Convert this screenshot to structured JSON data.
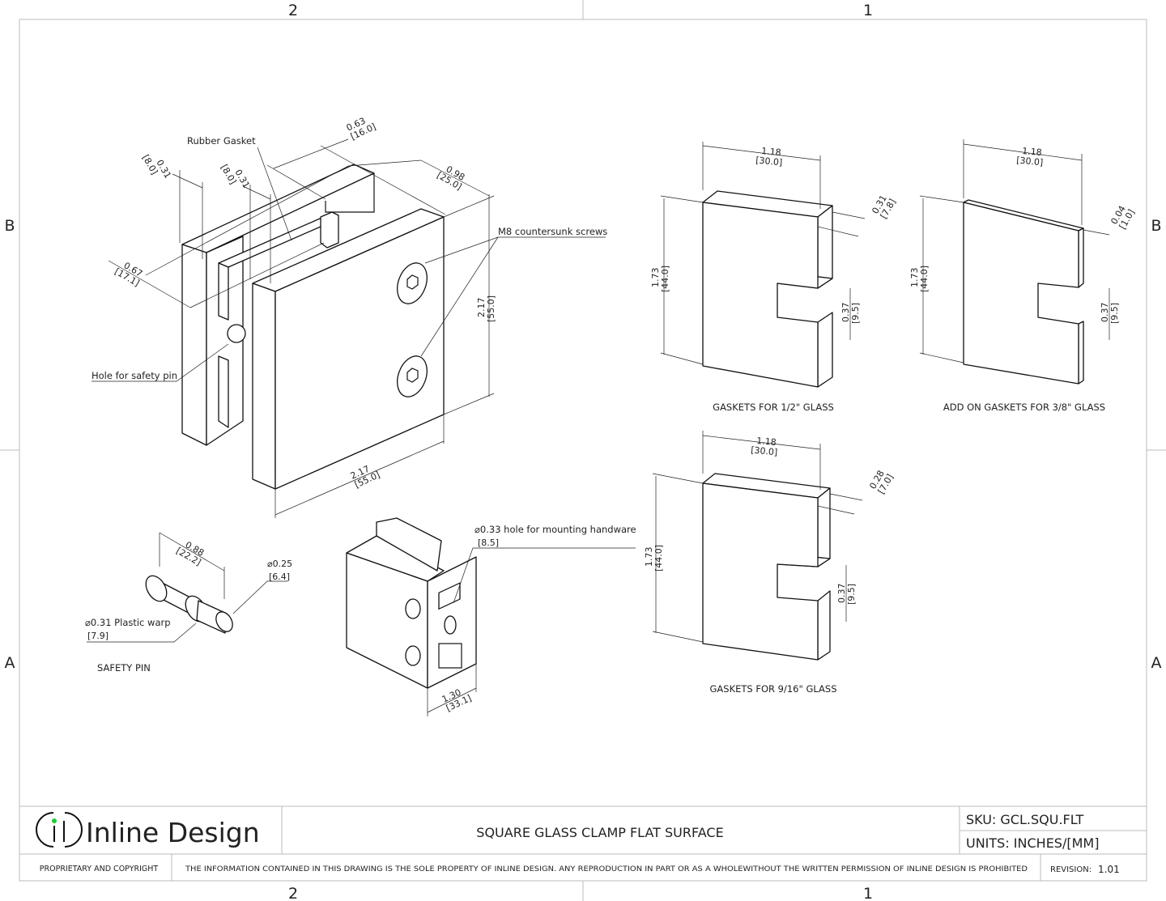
{
  "border": {
    "columns": [
      "2",
      "1"
    ],
    "rows": [
      "B",
      "A"
    ]
  },
  "main_view": {
    "callouts": {
      "rubber_gasket": "Rubber Gasket",
      "m8_screws": "M8 countersunk screws",
      "safety_pin_hole": "Hole for safety pin"
    },
    "dims": {
      "back_thick": {
        "in": "0.31",
        "mm": "[8.0]"
      },
      "gasket_thick": {
        "in": "0.31",
        "mm": "[8.0]"
      },
      "slot_depth": {
        "in": "0.63",
        "mm": "[16.0]"
      },
      "depth": {
        "in": "0.98",
        "mm": "[25.0]"
      },
      "gap": {
        "in": "0.67",
        "mm": "[17.1]"
      },
      "height": {
        "in": "2.17",
        "mm": "[55.0]"
      },
      "width": {
        "in": "2.17",
        "mm": "[55.0]"
      }
    }
  },
  "safety_pin": {
    "caption": "SAFETY PIN",
    "length": {
      "in": "0.88",
      "mm": "[22.2]"
    },
    "tip_dia": {
      "in": "⌀0.25",
      "mm": "[6.4]"
    },
    "body_dia": {
      "in": "⌀0.31 Plastic warp",
      "mm": "[7.9]"
    }
  },
  "back_view": {
    "mount_hole": {
      "in": "⌀0.33 hole for mounting handware",
      "mm": "[8.5]"
    },
    "base_width": {
      "in": "1.30",
      "mm": "[33.1]"
    }
  },
  "gaskets": [
    {
      "caption": "GASKETS FOR 1/2\" GLASS",
      "width": {
        "in": "1.18",
        "mm": "[30.0]"
      },
      "thick": {
        "in": "0.31",
        "mm": "[7.8]"
      },
      "height": {
        "in": "1.73",
        "mm": "[44.0]"
      },
      "notch": {
        "in": "0.37",
        "mm": "[9.5]"
      }
    },
    {
      "caption": "ADD ON GASKETS FOR 3/8\" GLASS",
      "width": {
        "in": "1.18",
        "mm": "[30.0]"
      },
      "thick": {
        "in": "0.04",
        "mm": "[1.0]"
      },
      "height": {
        "in": "1.73",
        "mm": "[44.0]"
      },
      "notch": {
        "in": "0.37",
        "mm": "[9.5]"
      }
    },
    {
      "caption": "GASKETS FOR 9/16\" GLASS",
      "width": {
        "in": "1.18",
        "mm": "[30.0]"
      },
      "thick": {
        "in": "0.28",
        "mm": "[7.0]"
      },
      "height": {
        "in": "1.73",
        "mm": "[44.0]"
      },
      "notch": {
        "in": "0.37",
        "mm": "[9.5]"
      }
    }
  ],
  "title_block": {
    "company": "Inline Design",
    "title": "SQUARE GLASS CLAMP FLAT SURFACE",
    "sku": "SKU:  GCL.SQU.FLT",
    "units": "UNITS: INCHES/[MM]",
    "proprietary": "PROPRIETARY AND COPYRIGHT",
    "notice": "THE INFORMATION CONTAINED IN THIS DRAWING IS THE SOLE PROPERTY OF INLINE DESIGN.  ANY REPRODUCTION IN PART OR AS A WHOLEWITHOUT THE WRITTEN PERMISSION OF INLINE DESIGN IS PROHIBITED",
    "revision_label": "REVISION:",
    "revision": "1.01",
    "logo_dot_color": "#22cc33"
  }
}
